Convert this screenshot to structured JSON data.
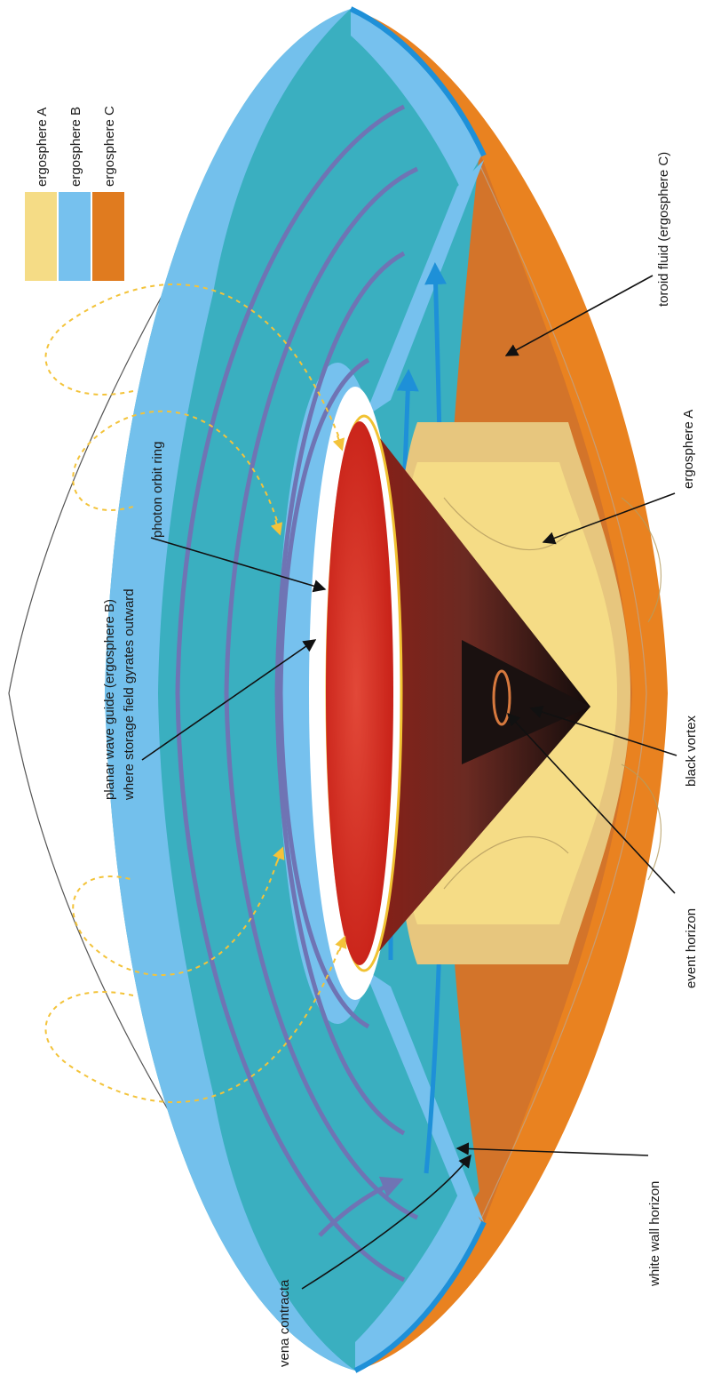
{
  "legend": [
    {
      "label": "ergosphere A",
      "color": "#F5DC86"
    },
    {
      "label": "ergosphere B",
      "color": "#76C1EE"
    },
    {
      "label": "ergosphere C",
      "color": "#E07B1F"
    }
  ],
  "labels": {
    "toroid_fluid": "toroid fluid (ergosphere C)",
    "ergosphere_a": "ergosphere A",
    "black_vortex": "black vortex",
    "event_horizon": "event horizon",
    "white_wall_horizon": "white wall horizon",
    "vena_contracta": "vena contracta",
    "photon_orbit_ring": "photon orbit ring",
    "planar_wave_guide_1": "planar wave guide (ergosphere B)",
    "planar_wave_guide_2": "where storage field gyrates outward"
  },
  "colors": {
    "ergosphere_b_disk": "#3AAFC0",
    "ergosphere_b_light": "#76C1EE",
    "toroid_orange": "#D3742A",
    "rim_orange": "#E98220",
    "ergosphere_a_yellow": "#F5DC86",
    "core_red": "#D8261E",
    "vortex_black": "#1A1110",
    "flow_blue": "#1E90D8",
    "field_lines_purple": "#6F74B4",
    "field_lines_yellow": "#F3C33A"
  }
}
